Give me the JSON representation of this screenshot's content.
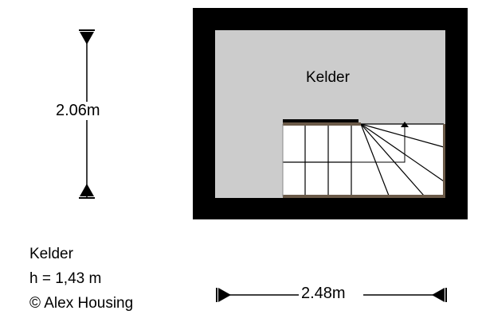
{
  "room": {
    "name": "Kelder"
  },
  "dimensions": {
    "height": "2.06m",
    "width": "2.48m"
  },
  "legend": {
    "floor": "Kelder",
    "ceiling_height": "h = 1,43 m",
    "copyright": "© Alex Housing"
  },
  "colors": {
    "wall": "#000000",
    "floor": "#cccccc",
    "stair_frame": "#6b5a48"
  }
}
